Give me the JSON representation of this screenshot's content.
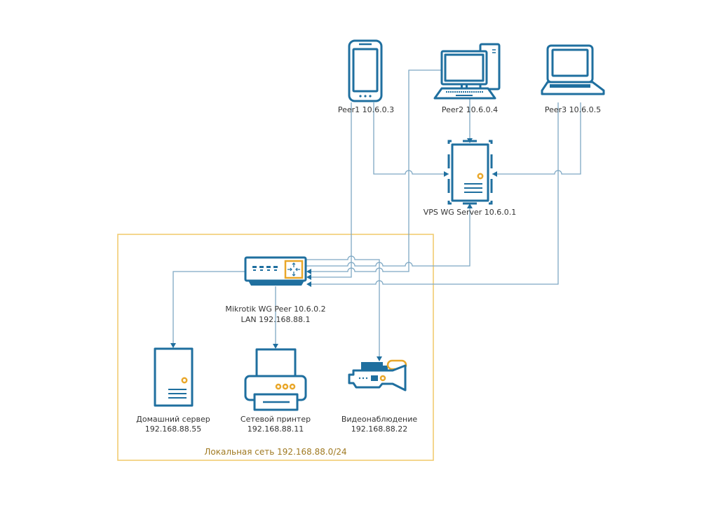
{
  "diagram": {
    "type": "network-topology",
    "colors": {
      "device": "#1f6f9f",
      "accent": "#e9a72a",
      "wire": "#7ea8c4",
      "zone_border": "#f0c869",
      "zone_label": "#a07a22"
    },
    "nodes": {
      "peer1": {
        "icon": "smartphone-icon",
        "label": "Peer1 10.6.0.3"
      },
      "peer2": {
        "icon": "desktop-computer-icon",
        "label": "Peer2 10.6.0.4"
      },
      "peer3": {
        "icon": "laptop-icon",
        "label": "Peer3 10.6.0.5"
      },
      "vps": {
        "icon": "server-icon",
        "label": "VPS WG Server 10.6.0.1"
      },
      "router": {
        "icon": "router-switch-icon",
        "label_line1": "Mikrotik WG Peer 10.6.0.2",
        "label_line2": "LAN 192.168.88.1"
      },
      "home_server": {
        "icon": "server-icon",
        "label_line1": "Домашний сервер",
        "label_line2": "192.168.88.55"
      },
      "printer": {
        "icon": "printer-icon",
        "label_line1": "Сетевой принтер",
        "label_line2": "192.168.88.11"
      },
      "camera": {
        "icon": "video-camera-icon",
        "label_line1": "Видеонаблюдение",
        "label_line2": "192.168.88.22"
      }
    },
    "zones": {
      "lan": {
        "label": "Локальная сеть 192.168.88.0/24"
      }
    },
    "edges": [
      {
        "from": "peer1",
        "to": "vps"
      },
      {
        "from": "peer2",
        "to": "vps"
      },
      {
        "from": "peer3",
        "to": "vps"
      },
      {
        "from": "peer1",
        "to": "router"
      },
      {
        "from": "peer2",
        "to": "router"
      },
      {
        "from": "peer3",
        "to": "router"
      },
      {
        "from": "router",
        "to": "vps"
      },
      {
        "from": "router",
        "to": "home_server"
      },
      {
        "from": "router",
        "to": "printer"
      },
      {
        "from": "router",
        "to": "camera"
      }
    ]
  }
}
